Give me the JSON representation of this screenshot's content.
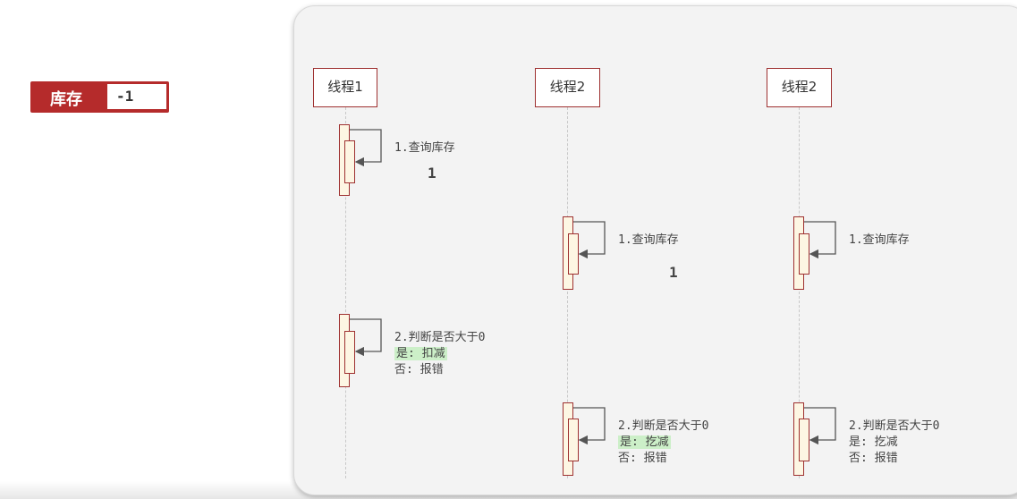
{
  "stock": {
    "label": "库存",
    "value": "-1"
  },
  "threads": [
    {
      "label": "线程1"
    },
    {
      "label": "线程2"
    },
    {
      "label": "线程2"
    }
  ],
  "steps": {
    "query": "1.查询库存",
    "judge": "2.判断是否大于0",
    "yes_col1": "是: 扣减",
    "yes_col2": "是: 扢减",
    "yes_col3": "是: 扢减",
    "no": "否: 报错"
  },
  "query_results": {
    "t1": "1",
    "t2": "1"
  },
  "colors": {
    "accent": "#b52b2b",
    "border": "#9e3030",
    "activation": "#fdf6e3",
    "highlight": "#ccefc8"
  }
}
